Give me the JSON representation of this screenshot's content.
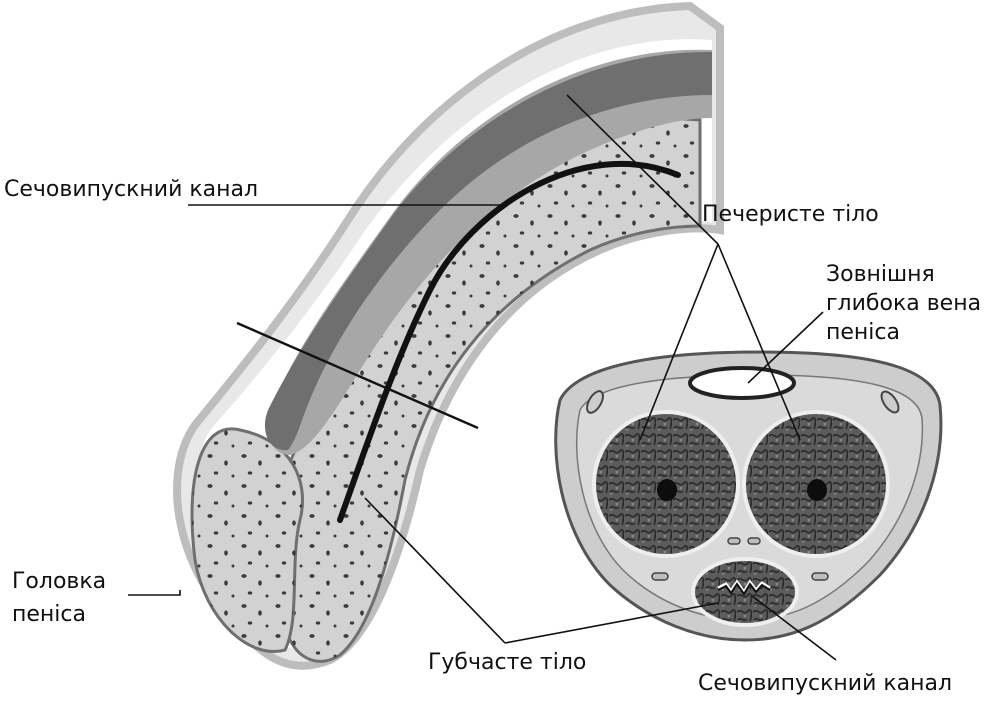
{
  "labels": {
    "urethra_top": "Сечовипускний канал",
    "cavernous": "Печеристе тіло",
    "vein_line1": "Зовнішня",
    "vein_line2": "глибока вена",
    "vein_line3": "пеніса",
    "glans_line1": "Головка",
    "glans_line2": "пеніса",
    "spongy": "Губчасте тіло",
    "urethra_bottom": "Сечовипускний канал"
  },
  "colors": {
    "outline": "#bdbdbd",
    "dark_band": "#6f6f6f",
    "mid_band": "#9b9b9b",
    "spongy_fill": "#d2d2d2",
    "urethra_line": "#111111",
    "cavernous_tissue": "#3f3f3f"
  }
}
